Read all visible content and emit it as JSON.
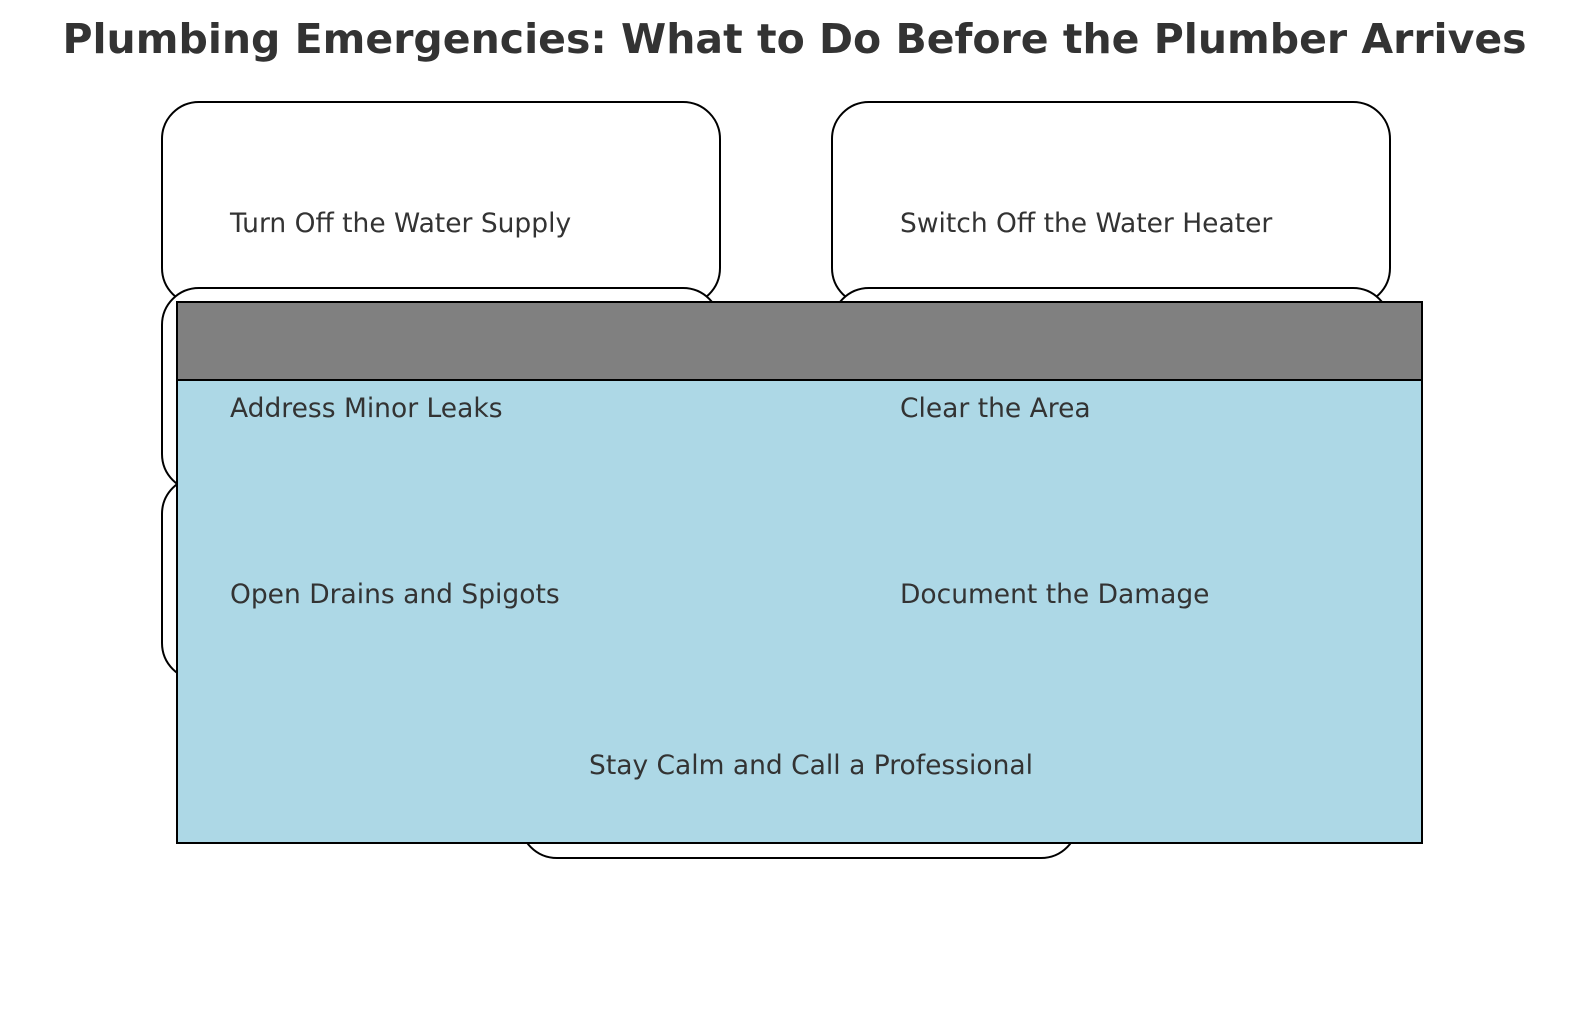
{
  "title": "Plumbing Emergencies: What to Do Before the Plumber Arrives",
  "steps": [
    {
      "label": "Turn Off the Water Supply"
    },
    {
      "label": "Switch Off the Water Heater"
    },
    {
      "label": "Address Minor Leaks"
    },
    {
      "label": "Clear the Area"
    },
    {
      "label": "Open Drains and Spigots"
    },
    {
      "label": "Document the Damage"
    },
    {
      "label": "Stay Calm and Call a Professional"
    }
  ],
  "colors": {
    "text": "#333333",
    "box_border": "#000000",
    "box_fill": "#ffffff",
    "panel_fill": "#add8e6",
    "panel_header_fill": "#808080"
  }
}
